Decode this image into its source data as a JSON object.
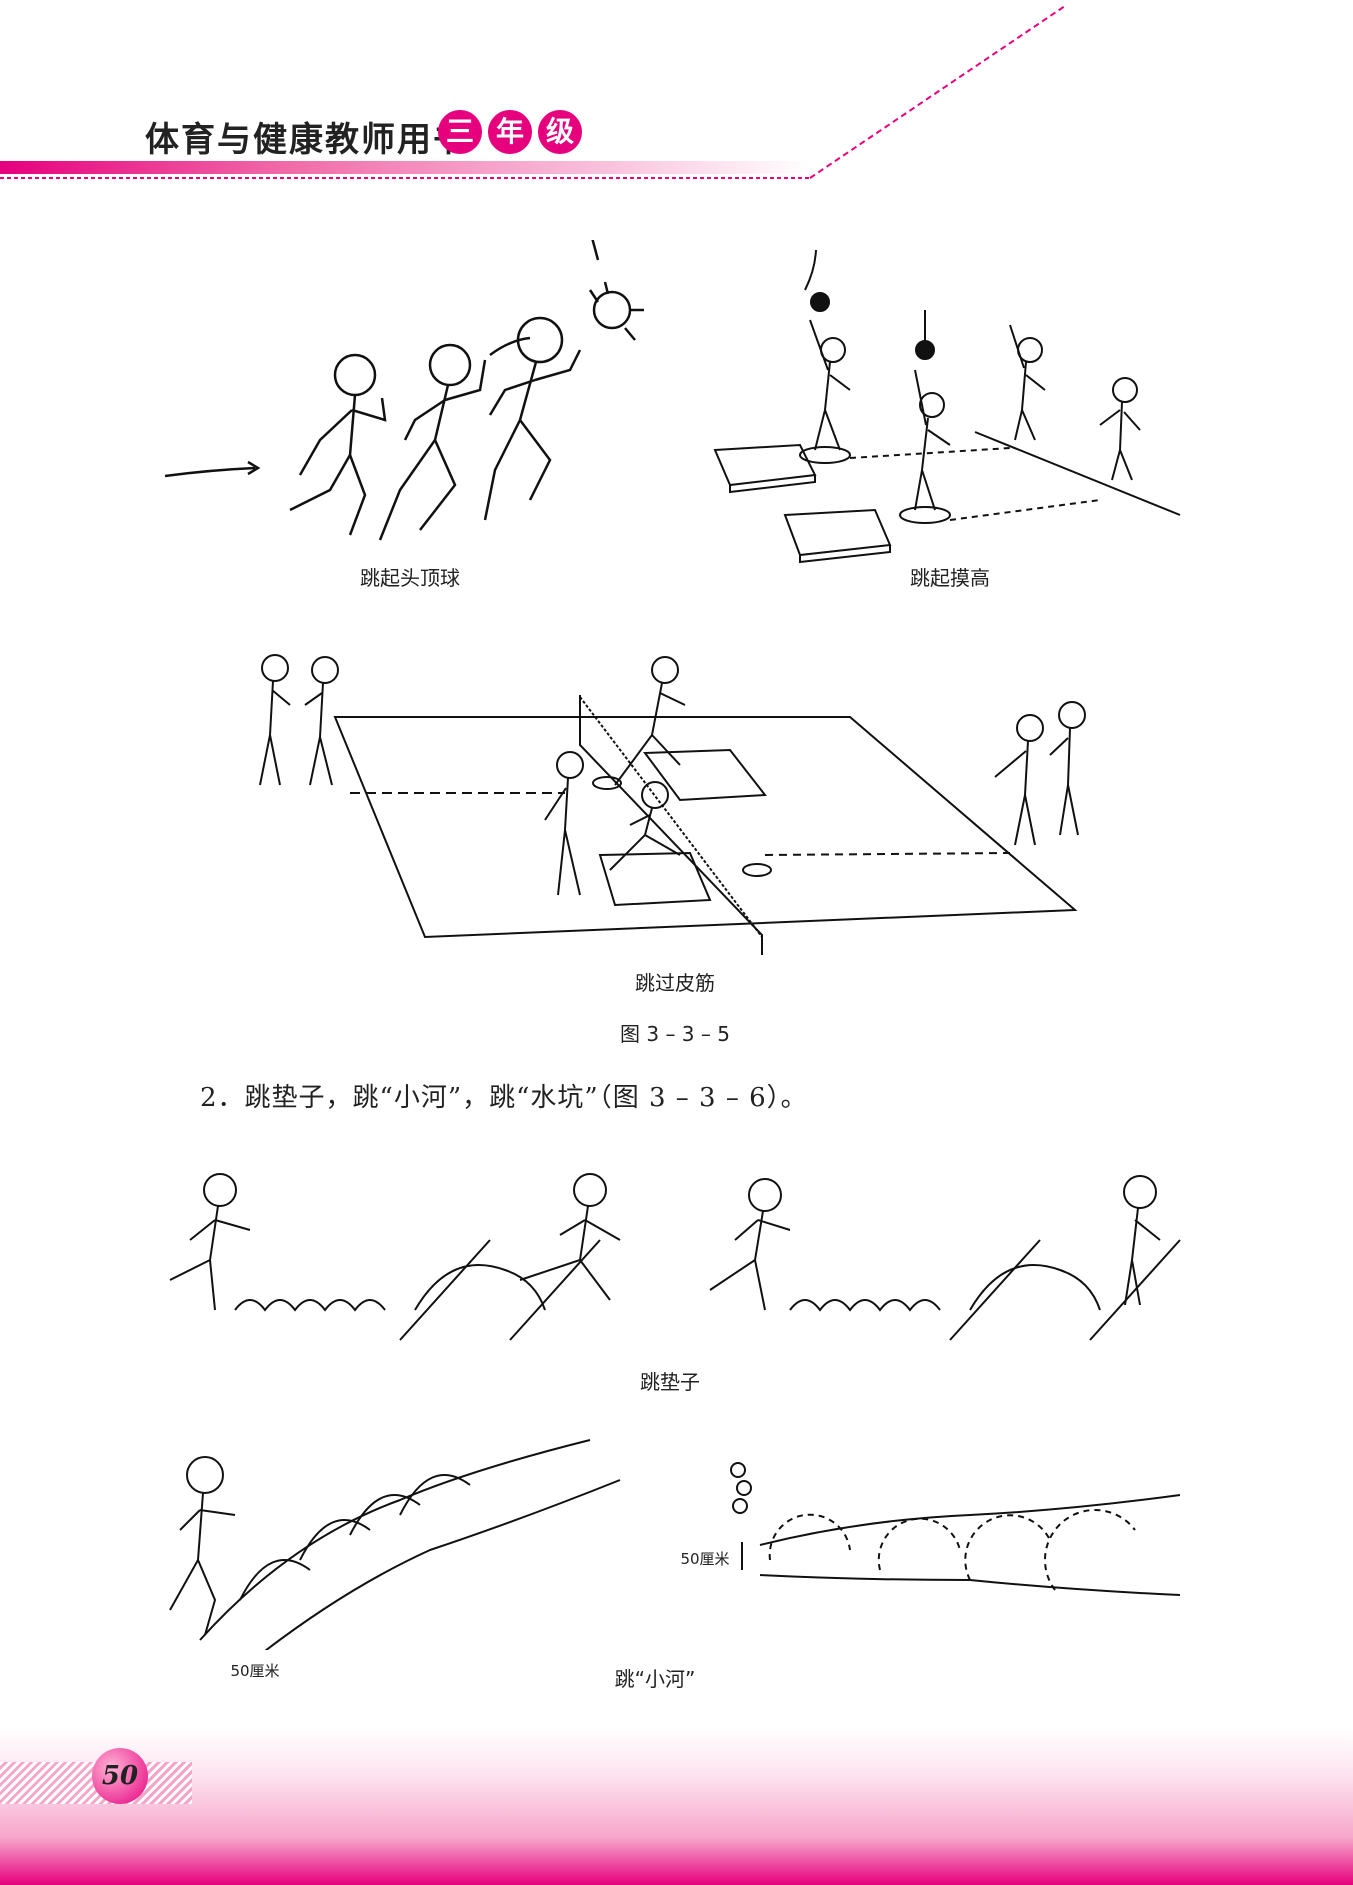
{
  "header": {
    "book_title": "体育与健康教师用书",
    "grade_chars": [
      "三",
      "年",
      "级"
    ]
  },
  "figures": {
    "fig1_caption": "跳起头顶球",
    "fig2_caption": "跳起摸高",
    "fig3_caption": "跳过皮筋",
    "figure_number": "图 3 – 3 – 5"
  },
  "body": {
    "item2": "2．跳垫子，跳“小河”，跳“水坑”（图 3 – 3 – 6）。"
  },
  "figures2": {
    "mat_caption": "跳垫子",
    "river_caption": "跳“小河”",
    "width_label_left": "50厘米",
    "width_label_right": "50厘米"
  },
  "footer": {
    "page_number": "50"
  },
  "colors": {
    "accent": "#e6007e"
  }
}
